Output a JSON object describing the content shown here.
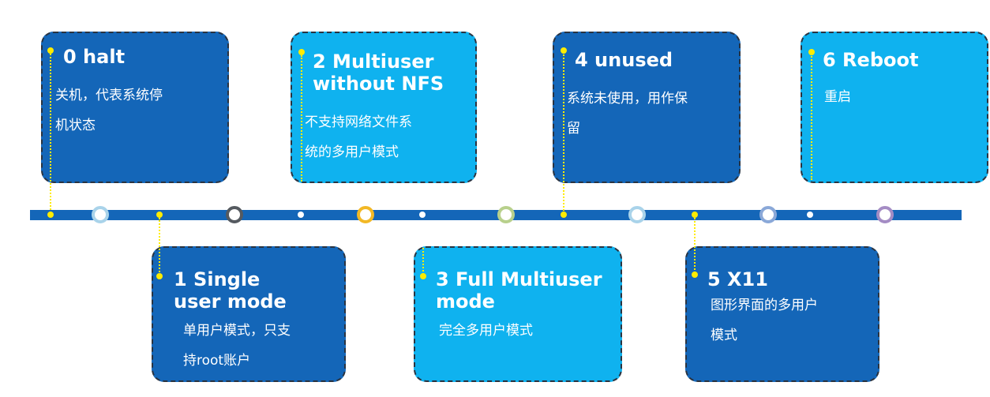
{
  "runlevels": [
    {
      "title": "0  halt",
      "desc": "关机，代表系统停\n机状态"
    },
    {
      "title": "1  Single\nuser  mode",
      "desc": "单用户模式，只支\n持root账户"
    },
    {
      "title": "2  Multiuser\nwithout NFS",
      "desc": "不支持网络文件系\n统的多用户模式"
    },
    {
      "title": "3 Full Multiuser\nmode",
      "desc": "完全多用户模式"
    },
    {
      "title": "4  unused",
      "desc": "系统未使用，用作保\n留"
    },
    {
      "title": "5  X11",
      "desc": "图形界面的多用户\n模式"
    },
    {
      "title": "6  Reboot",
      "desc": "重启"
    }
  ],
  "colors": {
    "dark_card": "#1466b8",
    "light_card": "#0fb2ef",
    "pin": "#ffec00",
    "timeline": "#1466b8",
    "rings": [
      "#a9d3ea",
      "#555a60",
      "#f2b825",
      "#b8d08c",
      "#a9d3ea",
      "#8aa8d8",
      "#a48cc4"
    ]
  }
}
